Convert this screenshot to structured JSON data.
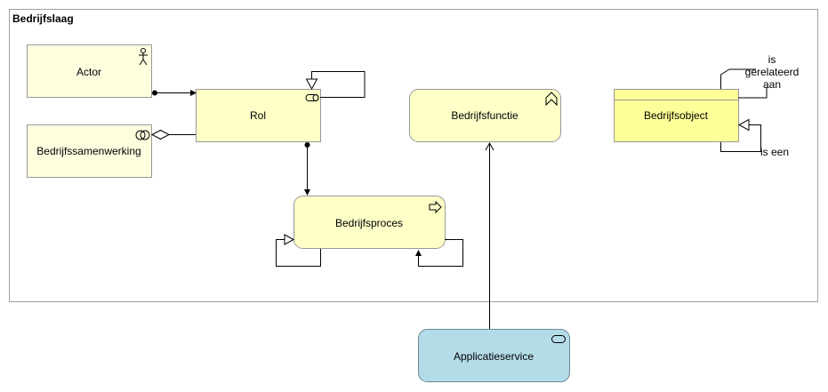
{
  "group": {
    "title": "Bedrijfslaag"
  },
  "elements": {
    "actor": {
      "label": "Actor",
      "icon": "actor-icon",
      "fill": "#FFFFE0"
    },
    "samenwerking": {
      "label": "Bedrijfssamenwerking",
      "icon": "collaboration-icon",
      "fill": "#FFFFE0"
    },
    "rol": {
      "label": "Rol",
      "icon": "role-icon",
      "fill": "#FFFFC8"
    },
    "proces": {
      "label": "Bedrijfsproces",
      "icon": "process-arrow-icon",
      "fill": "#FFFFC8"
    },
    "functie": {
      "label": "Bedrijfsfunctie",
      "icon": "function-chevron-icon",
      "fill": "#FFFFC8"
    },
    "object": {
      "label": "Bedrijfsobject",
      "fill": "#FFFF99"
    },
    "appservice": {
      "label": "Applicatieservice",
      "icon": "service-icon",
      "fill": "#B4DCE8"
    }
  },
  "relations": {
    "related_label": [
      "is",
      "gerelateerd",
      "aan"
    ],
    "specialization_label": "is een"
  }
}
